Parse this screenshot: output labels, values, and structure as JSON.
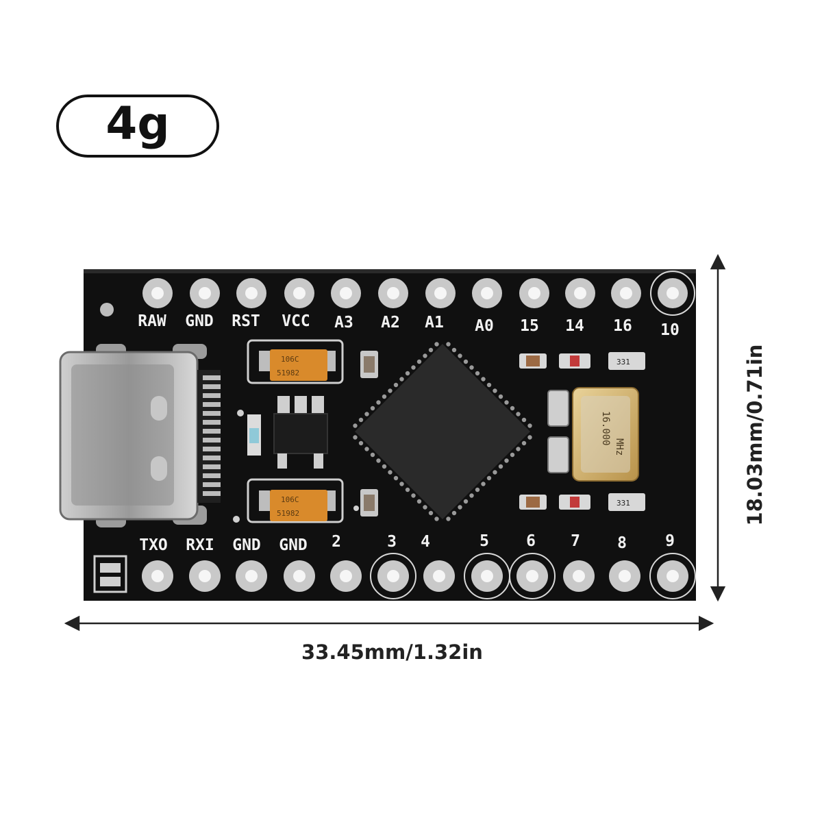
{
  "weight_badge": {
    "label": "4g"
  },
  "dimensions": {
    "width_label": "33.45mm/1.32in",
    "height_label": "18.03mm/0.71in"
  },
  "board": {
    "top_pin_labels": [
      "RAW",
      "GND",
      "RST",
      "VCC",
      "A3",
      "A2",
      "A1",
      "A0",
      "15",
      "14",
      "16",
      "10"
    ],
    "bottom_pin_labels": [
      "TXO",
      "RXI",
      "GND",
      "GND",
      "2",
      "3",
      "4",
      "5",
      "6",
      "7",
      "8",
      "9"
    ],
    "capacitor_marking": [
      "106C",
      "51982"
    ],
    "crystal_marking": [
      "16.000",
      "MHz"
    ],
    "resistor_marking": "331"
  }
}
